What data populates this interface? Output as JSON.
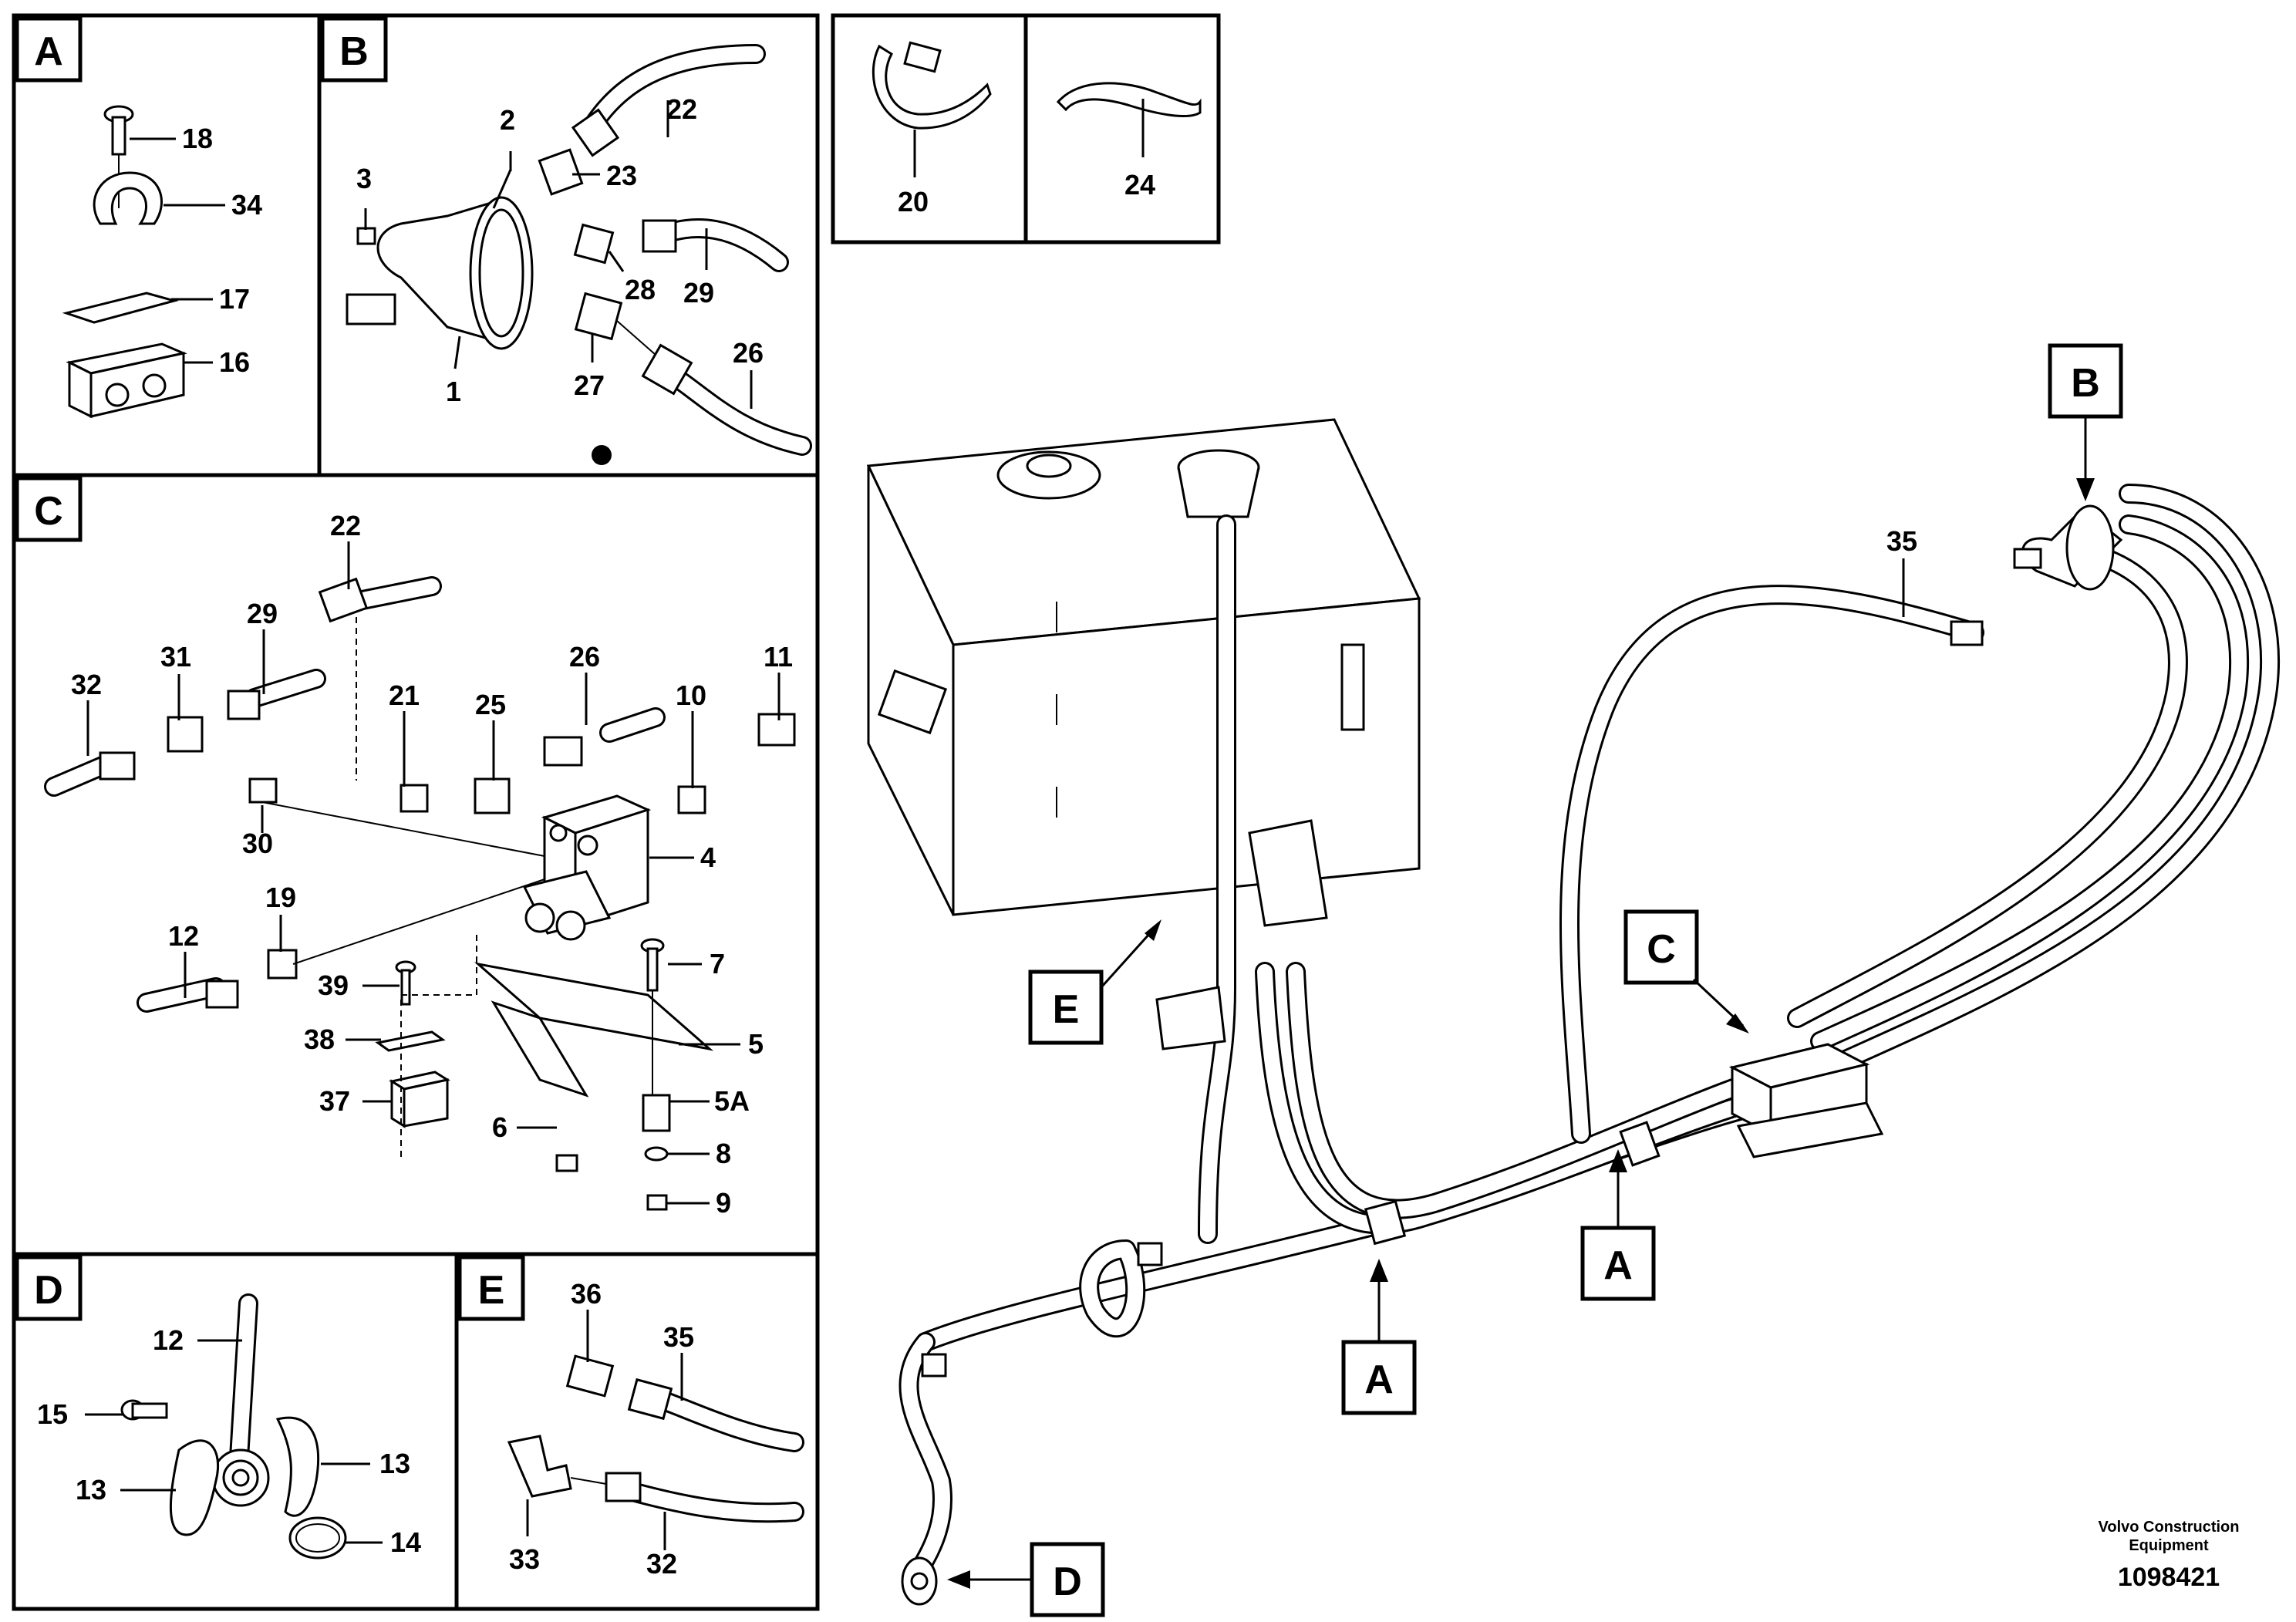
{
  "panels": {
    "A": {
      "caption": "A",
      "labels": [
        "18",
        "34",
        "17",
        "16"
      ]
    },
    "B": {
      "caption": "B",
      "labels": [
        "2",
        "22",
        "3",
        "23",
        "28",
        "29",
        "1",
        "27",
        "26"
      ]
    },
    "C": {
      "caption": "C",
      "labels": [
        "22",
        "29",
        "26",
        "11",
        "31",
        "32",
        "21",
        "25",
        "10",
        "30",
        "4",
        "19",
        "12",
        "7",
        "39",
        "38",
        "5",
        "37",
        "5A",
        "6",
        "8",
        "9"
      ]
    },
    "D": {
      "caption": "D",
      "labels": [
        "12",
        "15",
        "13",
        "13",
        "14"
      ]
    },
    "E": {
      "caption": "E",
      "labels": [
        "36",
        "35",
        "33",
        "32"
      ]
    },
    "T1": {
      "labels": [
        "20"
      ]
    },
    "T2": {
      "labels": [
        "24"
      ]
    }
  },
  "main": {
    "callouts": [
      "B",
      "C",
      "A",
      "A",
      "E",
      "D"
    ],
    "labels": [
      "35"
    ]
  },
  "footer": {
    "company_line1": "Volvo Construction",
    "company_line2": "Equipment",
    "drawing_number": "1098421"
  }
}
